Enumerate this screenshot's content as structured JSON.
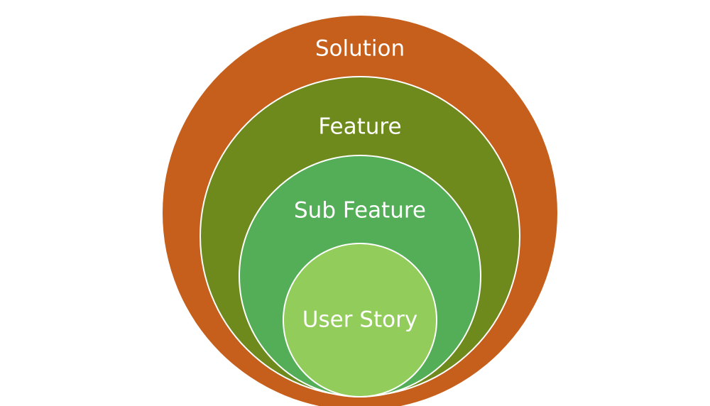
{
  "diagram": {
    "type": "nested-circles",
    "levels": [
      {
        "label": "Solution",
        "color": "#c55f1b"
      },
      {
        "label": "Feature",
        "color": "#6e8a1c"
      },
      {
        "label": "Sub Feature",
        "color": "#53ae57"
      },
      {
        "label": "User Story",
        "color": "#92cc5a"
      }
    ],
    "outline_color": "#ffffff"
  }
}
